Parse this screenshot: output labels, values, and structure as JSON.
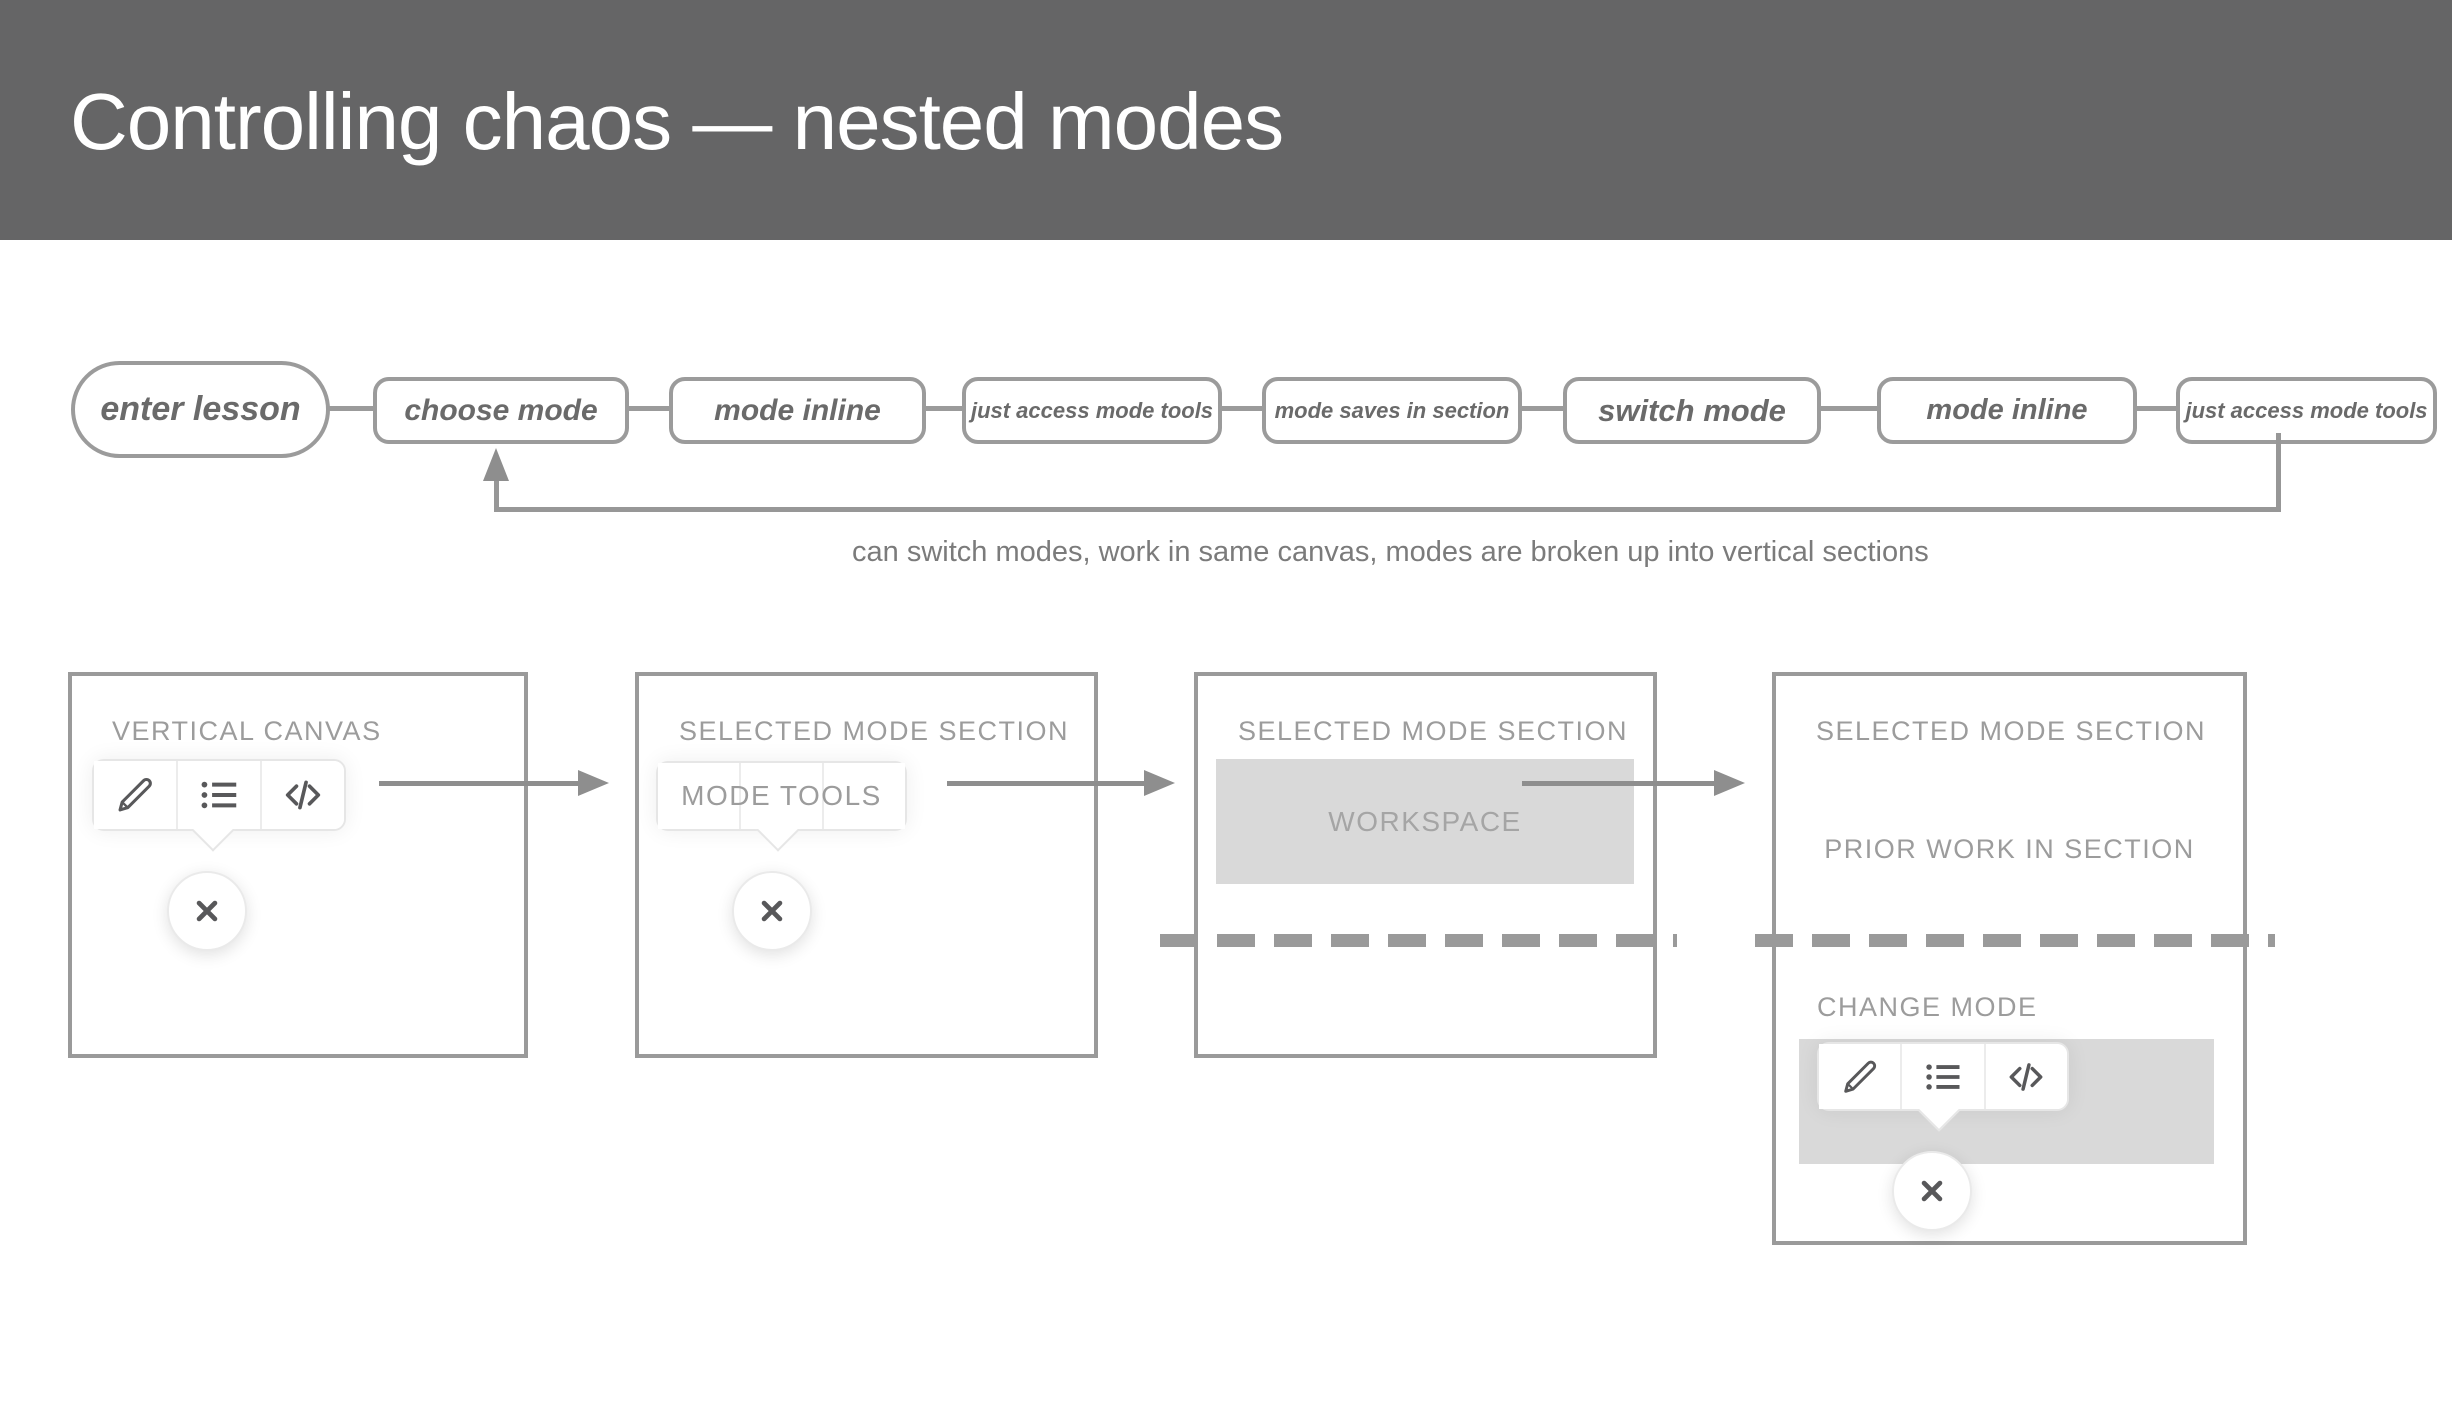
{
  "header": {
    "title": "Controlling chaos — nested modes",
    "bg_color": "#656566",
    "text_color": "#ffffff"
  },
  "flow": {
    "nodes": [
      {
        "label": "enter lesson",
        "shape": "stadium"
      },
      {
        "label": "choose mode",
        "shape": "rounded-rect"
      },
      {
        "label": "mode inline",
        "shape": "rounded-rect"
      },
      {
        "label": "just access mode tools",
        "shape": "rounded-rect"
      },
      {
        "label": "mode saves in section",
        "shape": "rounded-rect"
      },
      {
        "label": "switch mode",
        "shape": "rounded-rect"
      },
      {
        "label": "mode inline",
        "shape": "rounded-rect"
      },
      {
        "label": "just access mode tools",
        "shape": "rounded-rect"
      }
    ],
    "loop_caption": "can switch modes, work in same canvas, modes are broken up into vertical sections"
  },
  "panels": [
    {
      "title": "VERTICAL CANVAS",
      "toolbar_icons": [
        "pencil-icon",
        "list-icon",
        "code-icon"
      ],
      "close_icon": "close-icon"
    },
    {
      "title": "SELECTED MODE SECTION",
      "toolbar_label": "MODE TOOLS",
      "close_icon": "close-icon"
    },
    {
      "title": "SELECTED MODE SECTION",
      "workspace_label": "WORKSPACE"
    },
    {
      "title": "SELECTED MODE SECTION",
      "body_label": "PRIOR WORK IN SECTION",
      "change_label": "CHANGE MODE",
      "toolbar_icons": [
        "pencil-icon",
        "list-icon",
        "code-icon"
      ],
      "close_icon": "close-icon"
    }
  ],
  "colors": {
    "outline": "#9b9b9b",
    "panel_label": "#9c9c9c",
    "pill_text": "#6a6a6a",
    "icon": "#58585a",
    "workspace_fill": "#d9d9d9",
    "workspace_text": "#a5a5a5",
    "arrow": "#8e8e8e",
    "caption": "#7b7b7b",
    "dashed": "#9a9a9a"
  }
}
